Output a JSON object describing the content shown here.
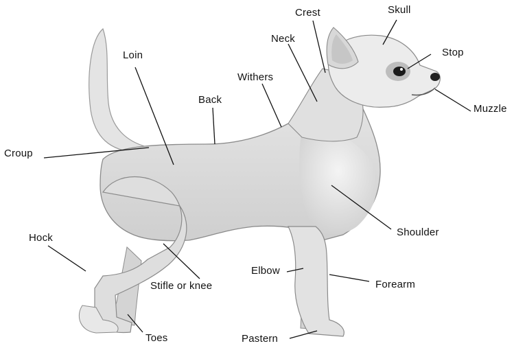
{
  "labels": {
    "crest": "Crest",
    "skull": "Skull",
    "neck": "Neck",
    "stop": "Stop",
    "loin": "Loin",
    "withers": "Withers",
    "muzzle": "Muzzle",
    "back": "Back",
    "croup": "Croup",
    "shoulder": "Shoulder",
    "hock": "Hock",
    "elbow": "Elbow",
    "forearm": "Forearm",
    "stifle": "Stifle or knee",
    "toes": "Toes",
    "pastern": "Pastern"
  },
  "colors": {
    "line": "#111111",
    "body_fill": "#dcdcdc",
    "body_shade": "#b4b4b4",
    "eye": "#1a1a1a"
  }
}
